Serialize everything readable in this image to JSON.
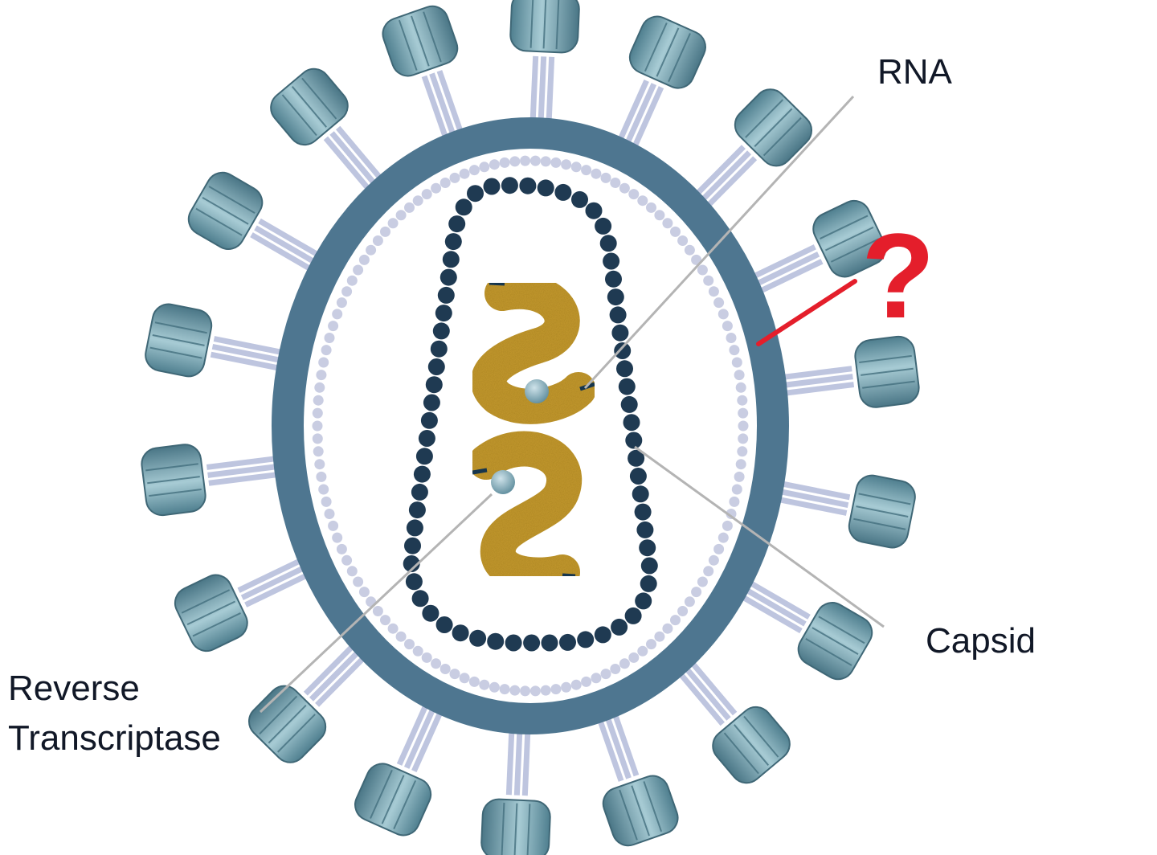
{
  "labels": {
    "rna": "RNA",
    "capsid": "Capsid",
    "reverse_transcriptase_line1": "Reverse",
    "reverse_transcriptase_line2": "Transcriptase",
    "unknown_marker": "?"
  },
  "colors": {
    "envelope": "#4e7690",
    "matrix_dots": "#c9cde2",
    "capsid_beads": "#1f3a52",
    "rna_strand": "#c59a2f",
    "enzyme": "#7ea9b7",
    "spike_head": "#8fb7c2",
    "spike_stalk": "#b7bfdc",
    "pointer_line": "#b4b4b4",
    "question_marker": "#e41e2b"
  }
}
